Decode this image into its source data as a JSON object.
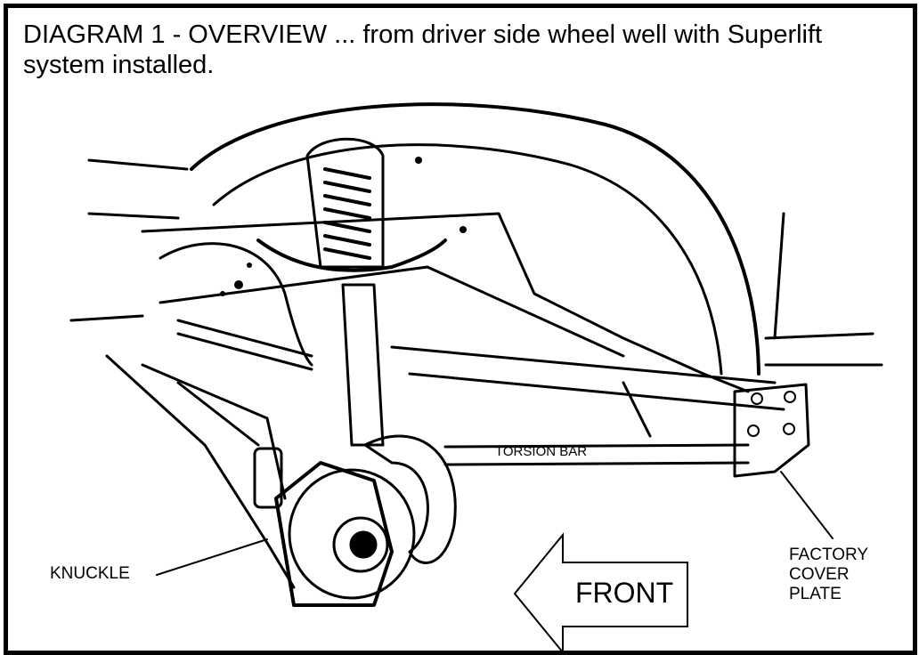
{
  "title": "DIAGRAM 1 - OVERVIEW ... from driver side wheel well with Superlift system installed.",
  "labels": {
    "torsion_bar": "TORSION BAR",
    "knuckle": "KNUCKLE",
    "factory_cover_plate": [
      "FACTORY",
      "COVER",
      "PLATE"
    ],
    "front": "FRONT"
  },
  "colors": {
    "ink": "#000000",
    "paper": "#ffffff"
  }
}
